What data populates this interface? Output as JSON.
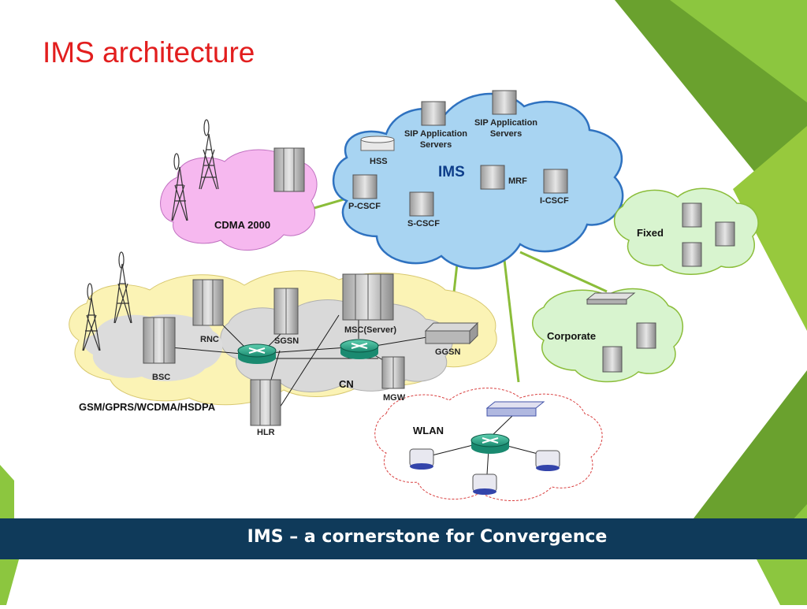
{
  "slide": {
    "title": "IMS architecture",
    "footer": "IMS – a cornerstone for Convergence"
  },
  "networks": {
    "ims": "IMS",
    "cdma": "CDMA 2000",
    "gsm": "GSM/GPRS/WCDMA/HSDPA",
    "cn": "CN",
    "fixed": "Fixed",
    "corporate": "Corporate",
    "wlan": "WLAN"
  },
  "nodes": {
    "sip_as_1": [
      "SIP Application",
      "Servers"
    ],
    "sip_as_2": [
      "SIP Application",
      "Servers"
    ],
    "hss": "HSS",
    "mrf": "MRF",
    "pcscf": "P-CSCF",
    "scscf": "S-CSCF",
    "icscf": "I-CSCF",
    "rnc": "RNC",
    "sgsn": "SGSN",
    "msc": "MSC(Server)",
    "ggsn": "GGSN",
    "bsc": "BSC",
    "mgw": "MGW",
    "hlr": "HLR"
  },
  "colors": {
    "title": "#e21e1e",
    "banner": "#0f3a5a",
    "ims_cloud": "#a8d4f2",
    "cdma_cloud": "#f6b8ef",
    "fixed_cloud": "#d8f4cf",
    "ran_cloud": "#fbf3b5",
    "cn_cloud": "#d9d9d9",
    "link": "#8bbd3a",
    "green_dark": "#6aa12e",
    "green_light": "#97c93d"
  }
}
